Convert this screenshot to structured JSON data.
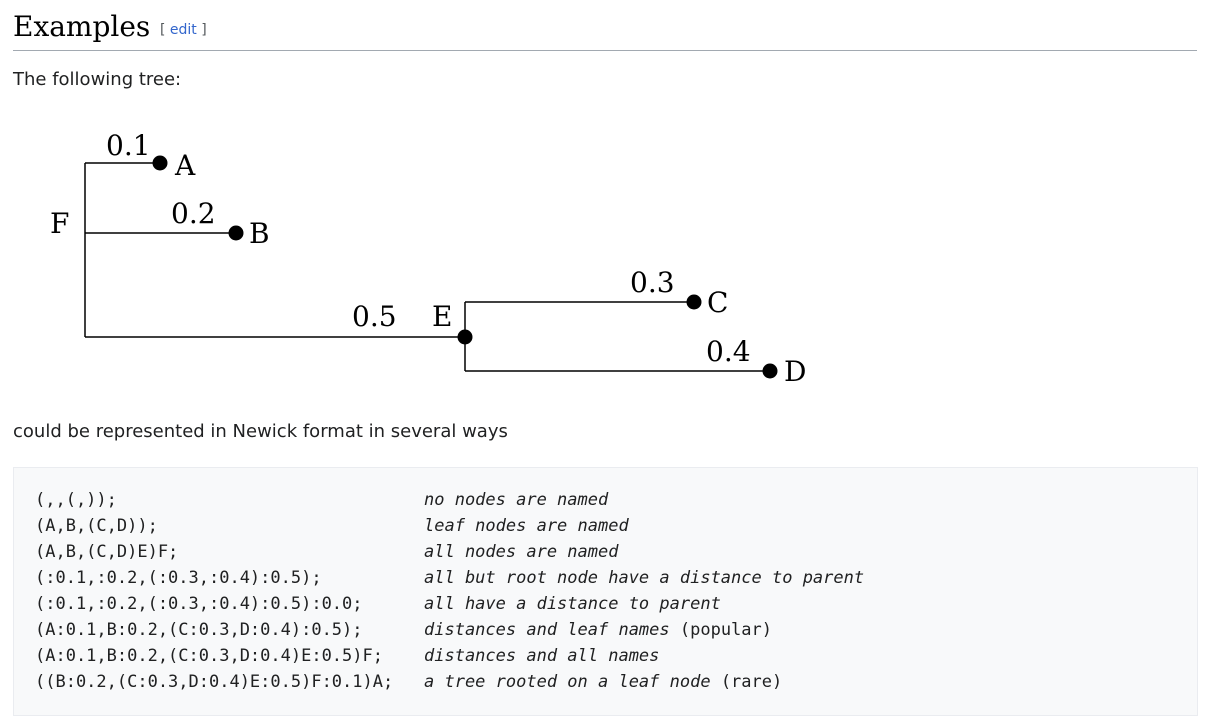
{
  "heading": {
    "title": "Examples",
    "edit_open": "[ ",
    "edit_label": "edit",
    "edit_close": " ]"
  },
  "intro": "The following tree:",
  "tree": {
    "labels": {
      "A": "A",
      "B": "B",
      "C": "C",
      "D": "D",
      "E": "E",
      "F": "F"
    },
    "distances": {
      "A": "0.1",
      "B": "0.2",
      "C": "0.3",
      "D": "0.4",
      "E": "0.5"
    }
  },
  "outro": "could be represented in Newick format in several ways",
  "examples": [
    {
      "code": "(,,(,));",
      "desc": "no nodes are named",
      "note": ""
    },
    {
      "code": "(A,B,(C,D));",
      "desc": "leaf nodes are named",
      "note": ""
    },
    {
      "code": "(A,B,(C,D)E)F;",
      "desc": "all nodes are named",
      "note": ""
    },
    {
      "code": "(:0.1,:0.2,(:0.3,:0.4):0.5);",
      "desc": "all but root node have a distance to parent",
      "note": ""
    },
    {
      "code": "(:0.1,:0.2,(:0.3,:0.4):0.5):0.0;",
      "desc": "all have a distance to parent",
      "note": ""
    },
    {
      "code": "(A:0.1,B:0.2,(C:0.3,D:0.4):0.5);",
      "desc": "distances and leaf names",
      "note": " (popular)"
    },
    {
      "code": "(A:0.1,B:0.2,(C:0.3,D:0.4)E:0.5)F;",
      "desc": "distances and all names",
      "note": ""
    },
    {
      "code": "((B:0.2,(C:0.3,D:0.4)E:0.5)F:0.1)A;",
      "desc": "a tree rooted on a leaf node",
      "note": " (rare)"
    }
  ]
}
